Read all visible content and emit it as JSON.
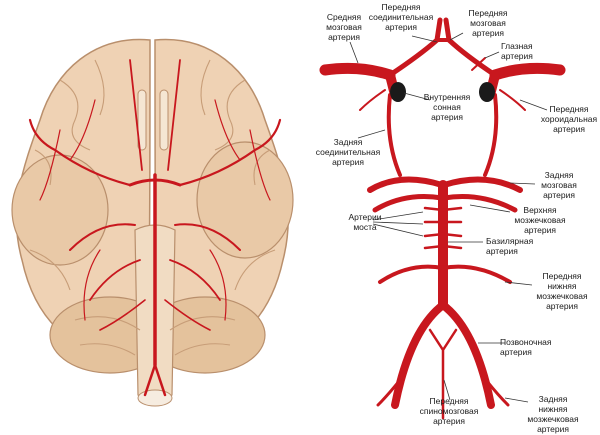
{
  "colors": {
    "artery": "#c8171e",
    "artery_dark": "#9b0f14",
    "brain_fill": "#efd2b4",
    "brain_shade": "#d9b08c",
    "brain_line": "#b98f6c",
    "leader": "#333333",
    "text": "#1a1a1a"
  },
  "icons": {
    "brain": "brain-underside-illustration",
    "circle_of_willis": "arterial-circle-schematic"
  },
  "labels": {
    "middle_cerebral": "Средняя\nмозговая\nартерия",
    "anterior_communicating": "Передняя\nсоединительная\nартерия",
    "anterior_cerebral": "Передняя\nмозговая\nартерия",
    "ophthalmic": "Глазная\nартерия",
    "internal_carotid": "Внутренняя\nсонная\nартерия",
    "anterior_choroidal": "Передняя\nхороидальная\nартерия",
    "posterior_communicating": "Задняя\nсоединительная\nартерия",
    "posterior_cerebral": "Задняя\nмозговая\nартерия",
    "superior_cerebellar": "Верхняя\nмозжечковая\nартерия",
    "pontine": "Артерии\nмоста",
    "basilar": "Базилярная\nартерия",
    "anterior_inferior_cerebellar": "Передняя\nнижняя\nмозжечковая\nартерия",
    "vertebral": "Позвоночная\nартерия",
    "anterior_spinal": "Передняя\nспиномозговая\nартерия",
    "posterior_inferior_cerebellar": "Задняя\nнижняя\nмозжечковая\nартерия"
  }
}
